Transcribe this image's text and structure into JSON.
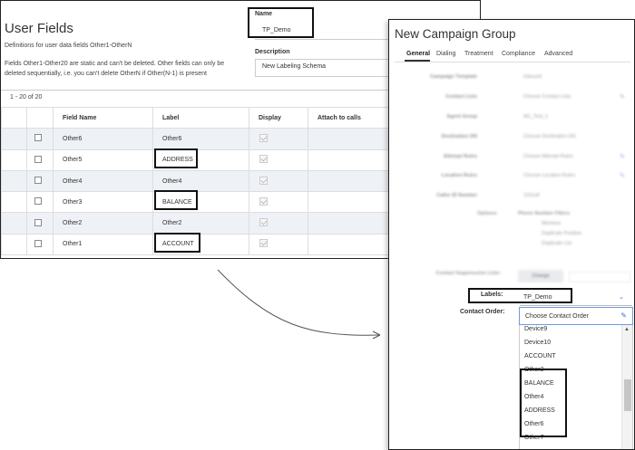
{
  "user_fields": {
    "title": "User Fields",
    "description_1": "Definitions for user data fields Other1-OtherN",
    "description_2": "Fields Other1-Other20 are static and can't be deleted. Other fields can only be deleted sequentially, i.e. you can't delete OtherN if Other(N-1) is present",
    "name_label": "Name",
    "name_value": "TP_Demo",
    "description_label": "Description",
    "description_value": "New Labeling Schema",
    "count": "1 - 20 of 20",
    "columns": [
      "Field Name",
      "Label",
      "Display",
      "Attach to calls"
    ],
    "rows": [
      {
        "field": "Other6",
        "label": "Other6"
      },
      {
        "field": "Other5",
        "label": "ADDRESS"
      },
      {
        "field": "Other4",
        "label": "Other4"
      },
      {
        "field": "Other3",
        "label": "BALANCE"
      },
      {
        "field": "Other2",
        "label": "Other2"
      },
      {
        "field": "Other1",
        "label": "ACCOUNT"
      }
    ]
  },
  "campaign_group": {
    "title": "New Campaign Group",
    "tabs": [
      "General",
      "Dialing",
      "Treatment",
      "Compliance",
      "Advanced"
    ],
    "active_tab": "General",
    "blurred_fields": [
      {
        "label": "Campaign Template",
        "value": "Inbound"
      },
      {
        "label": "Contact Lists",
        "value": "Choose Contact Lists"
      },
      {
        "label": "Agent Group",
        "value": "AG_Test_1"
      },
      {
        "label": "Destination DN",
        "value": "Choose Destination DN"
      },
      {
        "label": "Attempt Rules",
        "value": "Choose Attempt Rules"
      },
      {
        "label": "Location Rules",
        "value": "Choose Location Rules"
      },
      {
        "label": "Caller ID Number",
        "value": "1101x8"
      }
    ],
    "options_label": "Options:",
    "options_heading": "Phone Number Filters",
    "options_items": [
      "Wireless",
      "Duplicate Position",
      "Duplicate List"
    ],
    "suppression_label": "Contact Suppression Lists:",
    "change_button": "Change",
    "labels_label": "Labels:",
    "labels_value": "TP_Demo",
    "contact_order_label": "Contact Order:",
    "contact_order_placeholder": "Choose Contact Order",
    "contact_order_options": [
      "Device9",
      "Device10",
      "ACCOUNT",
      "Other2",
      "BALANCE",
      "Other4",
      "ADDRESS",
      "Other6",
      "Other7"
    ]
  },
  "colors": {
    "accent": "#3b73d6",
    "highlight_border": "#111111",
    "alt_row": "#eef1f5"
  }
}
